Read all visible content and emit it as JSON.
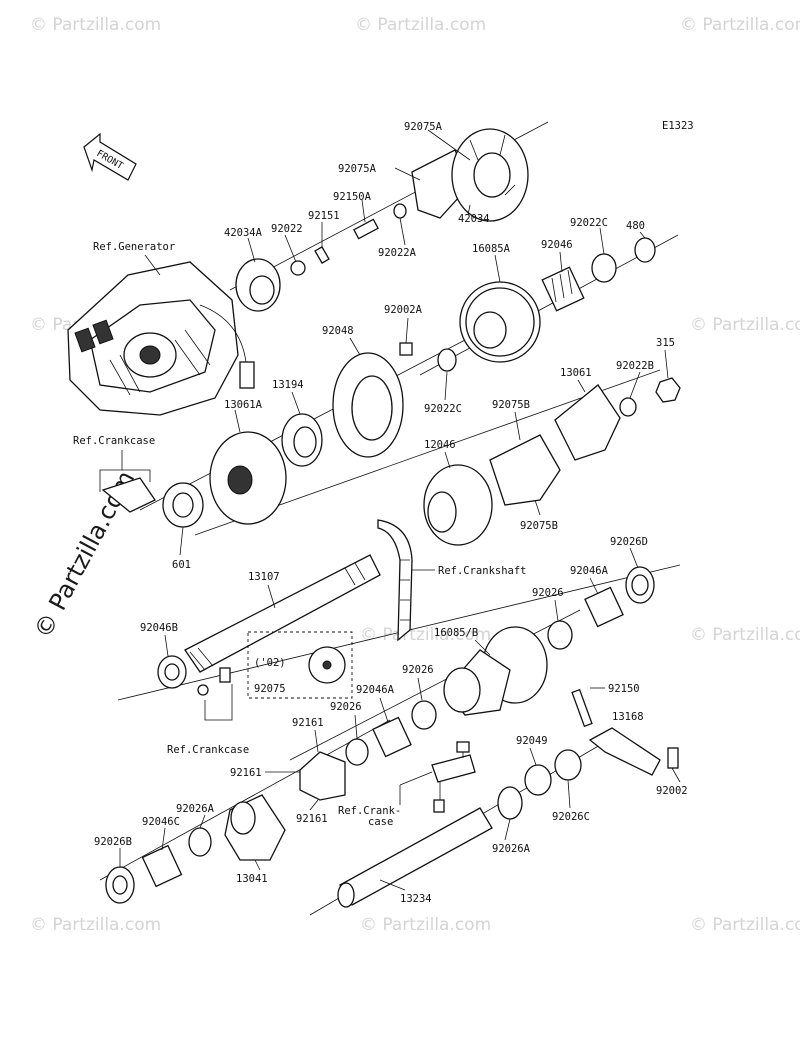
{
  "diagram": {
    "code": "E1323",
    "front_label": "FRONT",
    "watermark": "© Partzilla.com",
    "side_watermark": "© Partzilla.com",
    "labels": {
      "p92075A_top": "92075A",
      "p92075A_mid": "92075A",
      "p42034": "42034",
      "p92150A": "92150A",
      "p92151": "92151",
      "p92022": "92022",
      "p42034A": "42034A",
      "p92022A": "92022A",
      "p92022C_top": "92022C",
      "p480": "480",
      "p92046": "92046",
      "p16085A": "16085A",
      "ref_generator": "Ref.Generator",
      "p92002A": "92002A",
      "p92048": "92048",
      "p315": "315",
      "p92022B": "92022B",
      "p13061": "13061",
      "p13194": "13194",
      "p92022C_mid": "92022C",
      "p13061A": "13061A",
      "p92075B_top": "92075B",
      "ref_crankcase_top": "Ref.Crankcase",
      "p12046": "12046",
      "p92075B_bot": "92075B",
      "p601": "601",
      "p92026D": "92026D",
      "ref_crankshaft": "Ref.Crankshaft",
      "p13107": "13107",
      "p92046A_top": "92046A",
      "p92026_a": "92026",
      "p92046B": "92046B",
      "p16085B": "16085/B",
      "p02": "('02)",
      "p92026_b": "92026",
      "p92075": "92075",
      "p92046A_bot": "92046A",
      "p92150": "92150",
      "p92026_c": "92026",
      "p13168": "13168",
      "ref_crankcase_bot": "Ref.Crankcase",
      "p92161_a": "92161",
      "p92161_b": "92161",
      "p92049": "92049",
      "p92161_c": "92161",
      "p92026A_a": "92026A",
      "ref_crank_case_1": "Ref.Crank-",
      "ref_crank_case_2": "case",
      "p92002": "92002",
      "p92046C": "92046C",
      "p92026C_bot": "92026C",
      "p92026B": "92026B",
      "p92026A_b": "92026A",
      "p13041": "13041",
      "p13234": "13234"
    }
  }
}
